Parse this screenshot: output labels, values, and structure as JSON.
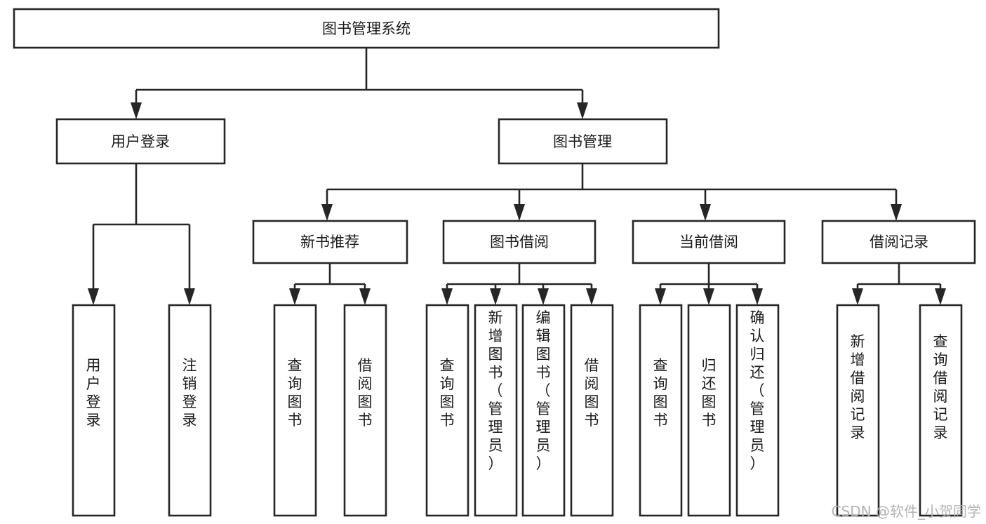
{
  "diagram": {
    "title_node": {
      "label": "图书管理系统"
    },
    "level2": [
      {
        "id": "user-login",
        "label": "用户登录"
      },
      {
        "id": "book-management",
        "label": "图书管理"
      }
    ],
    "level3": [
      {
        "id": "new-book-recommend",
        "label": "新书推荐"
      },
      {
        "id": "book-borrow",
        "label": "图书借阅"
      },
      {
        "id": "current-borrow",
        "label": "当前借阅"
      },
      {
        "id": "borrow-record",
        "label": "借阅记录"
      }
    ],
    "leaves": [
      {
        "id": "leaf-user-login",
        "label": "用户登录",
        "parent": "user-login"
      },
      {
        "id": "leaf-logout",
        "label": "注销登录",
        "parent": "user-login"
      },
      {
        "id": "leaf-query-book-1",
        "label": "查询图书",
        "parent": "new-book-recommend"
      },
      {
        "id": "leaf-borrow-book-1",
        "label": "借阅图书",
        "parent": "new-book-recommend"
      },
      {
        "id": "leaf-query-book-2",
        "label": "查询图书",
        "parent": "book-borrow"
      },
      {
        "id": "leaf-add-book",
        "label": "新增图书（管理员）",
        "parent": "book-borrow"
      },
      {
        "id": "leaf-edit-book",
        "label": "编辑图书（管理员）",
        "parent": "book-borrow"
      },
      {
        "id": "leaf-borrow-book-2",
        "label": "借阅图书",
        "parent": "book-borrow"
      },
      {
        "id": "leaf-query-book-3",
        "label": "查询图书",
        "parent": "current-borrow"
      },
      {
        "id": "leaf-return-book",
        "label": "归还图书",
        "parent": "current-borrow"
      },
      {
        "id": "leaf-confirm-return",
        "label": "确认归还（管理员）",
        "parent": "current-borrow"
      },
      {
        "id": "leaf-add-record",
        "label": "新增借阅记录",
        "parent": "borrow-record"
      },
      {
        "id": "leaf-query-record",
        "label": "查询借阅记录",
        "parent": "borrow-record"
      }
    ],
    "watermark": "CSDN @软件_小贺同学",
    "colors": {
      "stroke": "#262626",
      "fill": "#ffffff",
      "text": "#1a1a1a",
      "watermark": "#b3b3b3"
    }
  }
}
